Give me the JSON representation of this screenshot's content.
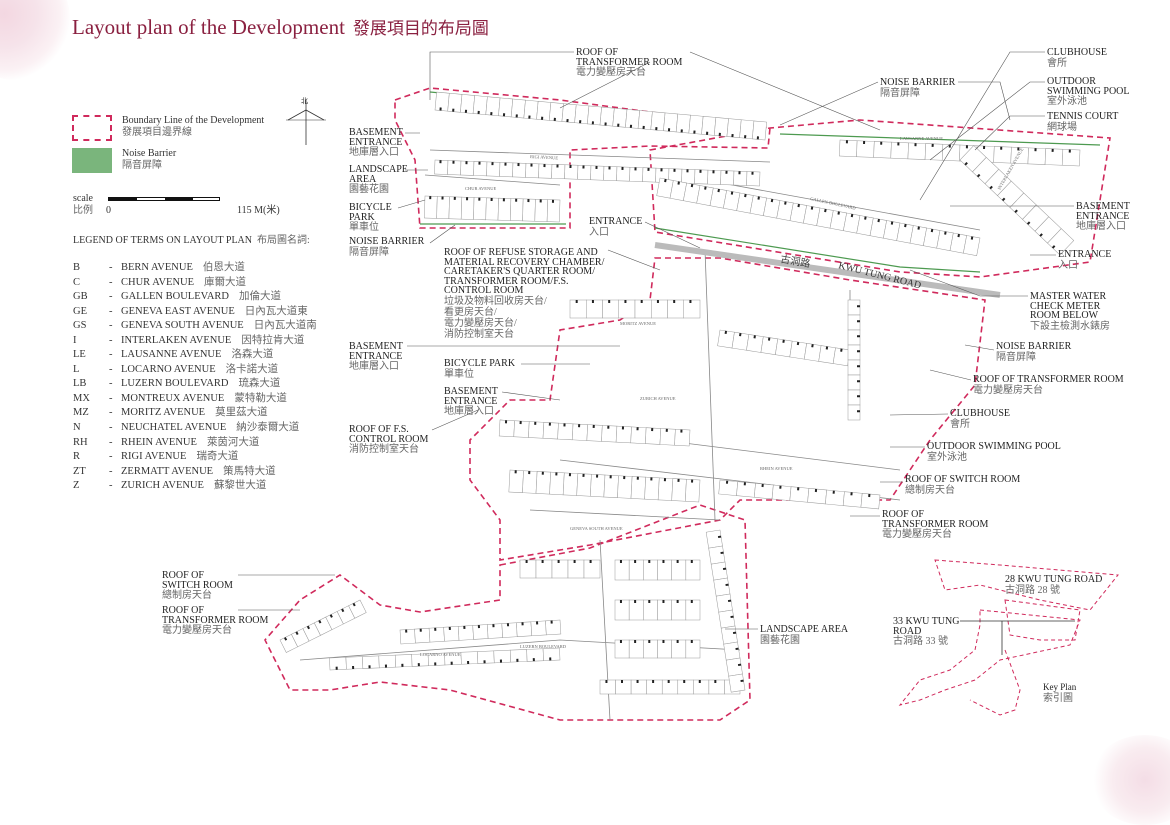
{
  "title": {
    "en": "Layout plan of the Development",
    "zh": "發展項目的布局圖"
  },
  "legend": {
    "boundary_en": "Boundary Line of the Development",
    "boundary_zh": "發展項目邊界線",
    "noise_en": "Noise Barrier",
    "noise_zh": "隔音屏障",
    "scale_en": "scale",
    "scale_zh": "比例",
    "scale_min": "0",
    "scale_max": "115 M(米)",
    "north_zh": "北",
    "terms_heading_en": "LEGEND OF TERMS ON LAYOUT PLAN",
    "terms_heading_zh": "布局圖名詞:",
    "colors": {
      "boundary": "#d02a5c",
      "noise_barrier": "#7ab57c"
    }
  },
  "terms": [
    {
      "code": "B",
      "en": "BERN AVENUE",
      "zh": "伯恩大道"
    },
    {
      "code": "C",
      "en": "CHUR AVENUE",
      "zh": "庫爾大道"
    },
    {
      "code": "GB",
      "en": "GALLEN BOULEVARD",
      "zh": "加倫大道"
    },
    {
      "code": "GE",
      "en": "GENEVA EAST AVENUE",
      "zh": "日內瓦大道東"
    },
    {
      "code": "GS",
      "en": "GENEVA SOUTH AVENUE",
      "zh": "日內瓦大道南"
    },
    {
      "code": "I",
      "en": "INTERLAKEN AVENUE",
      "zh": "因特拉肯大道"
    },
    {
      "code": "LE",
      "en": "LAUSANNE AVENUE",
      "zh": "洛森大道"
    },
    {
      "code": "L",
      "en": "LOCARNO AVENUE",
      "zh": "洛卡諾大道"
    },
    {
      "code": "LB",
      "en": "LUZERN BOULEVARD",
      "zh": "琉森大道"
    },
    {
      "code": "MX",
      "en": "MONTREUX AVENUE",
      "zh": "蒙特勒大道"
    },
    {
      "code": "MZ",
      "en": "MORITZ AVENUE",
      "zh": "莫里茲大道"
    },
    {
      "code": "N",
      "en": "NEUCHATEL AVENUE",
      "zh": "納沙泰爾大道"
    },
    {
      "code": "RH",
      "en": "RHEIN AVENUE",
      "zh": "萊茵河大道"
    },
    {
      "code": "R",
      "en": "RIGI AVENUE",
      "zh": "瑞奇大道"
    },
    {
      "code": "ZT",
      "en": "ZERMATT AVENUE",
      "zh": "策馬特大道"
    },
    {
      "code": "Z",
      "en": "ZURICH AVENUE",
      "zh": "蘇黎世大道"
    }
  ],
  "labels": [
    {
      "en": "ROOF OF\nTRANSFORMER ROOM",
      "zh": "電力變壓房天台"
    },
    {
      "en": "BASEMENT\nENTRANCE",
      "zh": "地庫層入口"
    },
    {
      "en": "LANDSCAPE\nAREA",
      "zh": "園藝花園"
    },
    {
      "en": "BICYCLE\nPARK",
      "zh": "單車位"
    },
    {
      "en": "NOISE BARRIER",
      "zh": "隔音屏障"
    },
    {
      "en": "ROOF OF REFUSE STORAGE AND\nMATERIAL RECOVERY CHAMBER/\nCARETAKER'S QUARTER ROOM/\nTRANSFORMER ROOM/F.S.\nCONTROL ROOM",
      "zh": "垃圾及物料回收房天台/\n看更房天台/\n電力變壓房天台/\n消防控制室天台"
    },
    {
      "en": "ENTRANCE",
      "zh": "入口"
    },
    {
      "en": "BASEMENT\nENTRANCE",
      "zh": "地庫層入口"
    },
    {
      "en": "BICYCLE PARK",
      "zh": "單車位"
    },
    {
      "en": "BASEMENT\nENTRANCE",
      "zh": "地庫層入口"
    },
    {
      "en": "ROOF OF F.S.\nCONTROL ROOM",
      "zh": "消防控制室天台"
    },
    {
      "en": "ROOF OF\nSWITCH ROOM",
      "zh": "總制房天台"
    },
    {
      "en": "ROOF OF\nTRANSFORMER ROOM",
      "zh": "電力變壓房天台"
    },
    {
      "en": "LANDSCAPE AREA",
      "zh": "園藝花園"
    },
    {
      "en": "CLUBHOUSE",
      "zh": "會所"
    },
    {
      "en": "NOISE BARRIER",
      "zh": "隔音屏障"
    },
    {
      "en": "OUTDOOR\nSWIMMING POOL",
      "zh": "室外泳池"
    },
    {
      "en": "TENNIS COURT",
      "zh": "網球場"
    },
    {
      "en": "BASEMENT\nENTRANCE",
      "zh": "地庫層入口"
    },
    {
      "en": "ENTRANCE",
      "zh": "入口"
    },
    {
      "en": "MASTER WATER\nCHECK METER\nROOM BELOW",
      "zh": "下設主檢測水錶房"
    },
    {
      "en": "NOISE BARRIER",
      "zh": "隔音屏障"
    },
    {
      "en": "ROOF OF TRANSFORMER ROOM",
      "zh": "電力變壓房天台"
    },
    {
      "en": "CLUBHOUSE",
      "zh": "會所"
    },
    {
      "en": "OUTDOOR SWIMMING POOL",
      "zh": "室外泳池"
    },
    {
      "en": "ROOF OF SWITCH ROOM",
      "zh": "總制房天台"
    },
    {
      "en": "ROOF OF\nTRANSFORMER ROOM",
      "zh": "電力變壓房天台"
    }
  ],
  "road": {
    "en": "KWU TUNG ROAD",
    "zh": "古洞路"
  },
  "streets": [
    "RIGI AVENUE",
    "CHUR AVENUE",
    "GALLEN BOULEVARD",
    "LAUSANNE AVENUE",
    "INTERLAKEN AVENUE",
    "MORITZ AVENUE",
    "ZURICH AVENUE",
    "GENEVA SOUTH AVENUE",
    "RHEIN AVENUE",
    "LUZERN BOULEVARD",
    "LOCARNO AVENUE"
  ],
  "key_plan": {
    "title_en": "Key Plan",
    "title_zh": "索引圖",
    "site28_en": "28 KWU TUNG ROAD",
    "site28_zh": "古洞路 28 號",
    "site33_en": "33 KWU TUNG\nROAD",
    "site33_zh": "古洞路 33 號"
  }
}
